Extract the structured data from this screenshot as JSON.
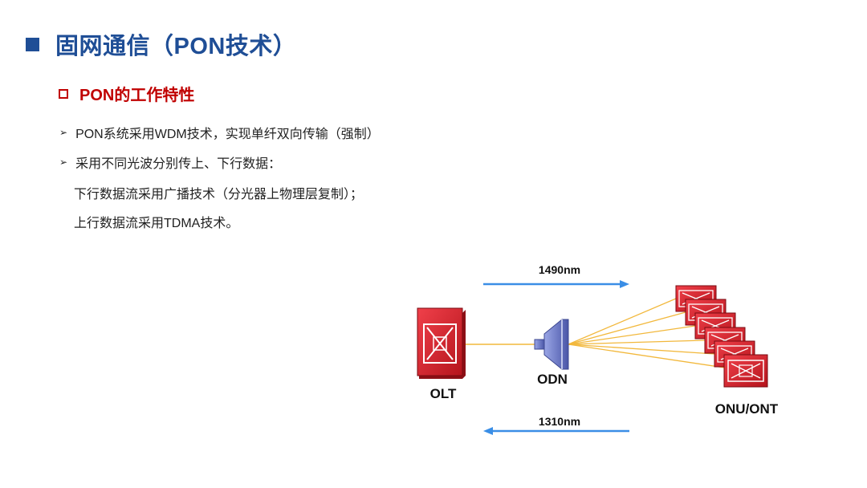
{
  "header": {
    "title": "固网通信（PON技术）"
  },
  "section": {
    "title": "PON的工作特性"
  },
  "bullets": [
    "PON系统采用WDM技术，实现单纤双向传输（强制）",
    "采用不同光波分别传上、下行数据："
  ],
  "details": [
    "下行数据流采用广播技术（分光器上物理层复制）；",
    "上行数据流采用TDMA技术。"
  ],
  "diagram": {
    "downstream_label": "1490nm",
    "upstream_label": "1310nm",
    "olt_label": "OLT",
    "odn_label": "ODN",
    "onu_label": "ONU/ONT",
    "colors": {
      "device_red": "#e0202a",
      "splitter_blue": "#6a78c8",
      "fiber_yellow": "#f2b83c",
      "arrow_blue": "#3a8ee6"
    }
  }
}
